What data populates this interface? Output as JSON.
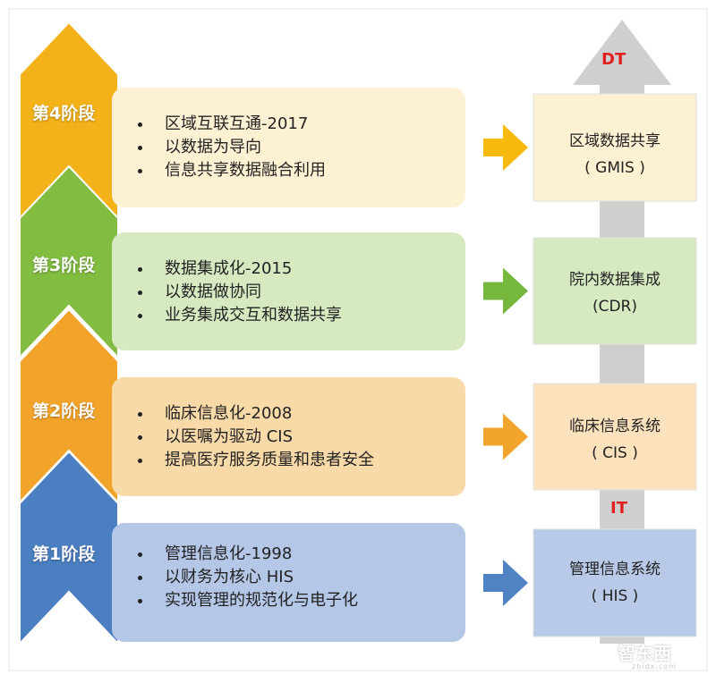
{
  "stages": [
    {
      "label": "第4阶段",
      "bullets": [
        "区域互联互通-2017",
        "以数据为导向",
        "信息共享数据融合利用"
      ],
      "system_name": "区域数据共享",
      "system_abbr": "( GMIS )",
      "colors": {
        "chevron": "#f3b219",
        "panel": "#fdf1d3",
        "arrow": "#f7b90c",
        "box": "#fdf1d3"
      }
    },
    {
      "label": "第3阶段",
      "bullets": [
        "数据集成化-2015",
        "以数据做协同",
        "业务集成交互和数据共享"
      ],
      "system_name": "院内数据集成",
      "system_abbr": "(CDR)",
      "colors": {
        "chevron": "#82bd41",
        "panel": "#d7e9c1",
        "arrow": "#76b83d",
        "box": "#d7e9c1"
      }
    },
    {
      "label": "第2阶段",
      "bullets": [
        "临床信息化-2008",
        "以医嘱为驱动 CIS",
        "提高医疗服务质量和患者安全"
      ],
      "system_name": "临床信息系统",
      "system_abbr": "( CIS )",
      "colors": {
        "chevron": "#f2a42a",
        "panel": "#f8d9a8",
        "arrow": "#f2a52c",
        "box": "#fbe2bc"
      }
    },
    {
      "label": "第1阶段",
      "bullets": [
        "管理信息化-1998",
        "以财务为核心 HIS",
        "实现管理的规范化与电子化"
      ],
      "system_name": "管理信息系统",
      "system_abbr": "( HIS )",
      "colors": {
        "chevron": "#4b7fc1",
        "panel": "#b4c7e7",
        "arrow": "#4f83c4",
        "box": "#b8cae8"
      }
    }
  ],
  "vertical_arrow": {
    "color": "#cfcfcf",
    "top_label": "DT",
    "bottom_label": "IT"
  },
  "watermark": {
    "text": "智东西",
    "sub": "zhidx.com"
  }
}
